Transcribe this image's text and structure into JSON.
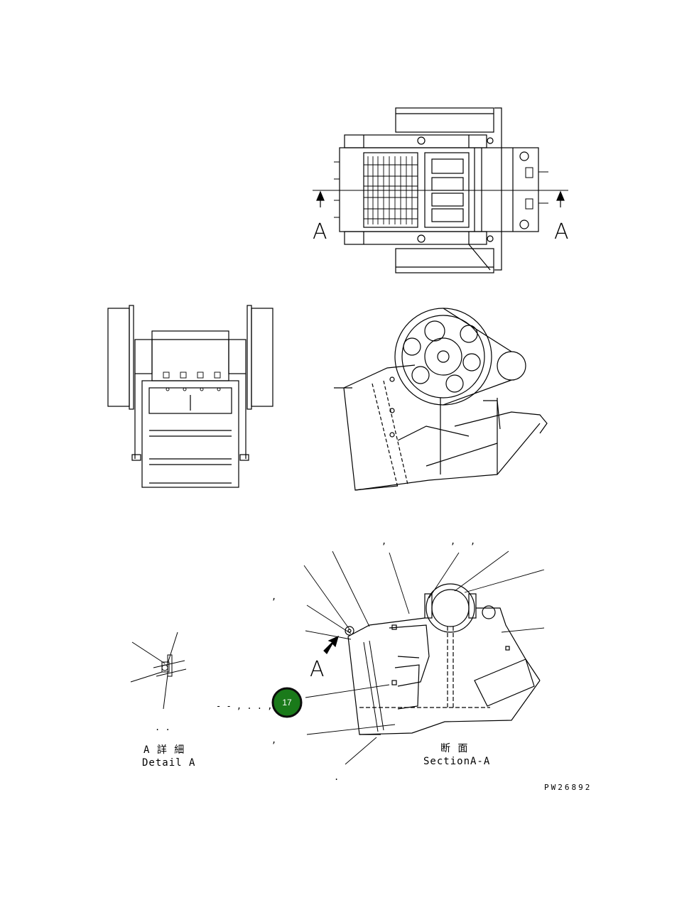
{
  "drawing": {
    "section_letter_left": "A",
    "section_letter_right": "A",
    "detail_arrow_letter": "A",
    "detail_caption_jp": "A 詳 細",
    "detail_caption_en": "Detail A",
    "section_caption_jp": "断 面",
    "section_caption_en": "SectionA-A",
    "drawing_code": "PW26892",
    "leader_ticks": [
      ",",
      ",",
      ",",
      ",",
      ",",
      ".",
      "- - , . . ,",
      ". ."
    ],
    "callout": {
      "number": "17",
      "fill": "#1a7a1a",
      "border": "#0d0d0d"
    }
  },
  "colors": {
    "line": "#000000",
    "background": "#ffffff"
  }
}
